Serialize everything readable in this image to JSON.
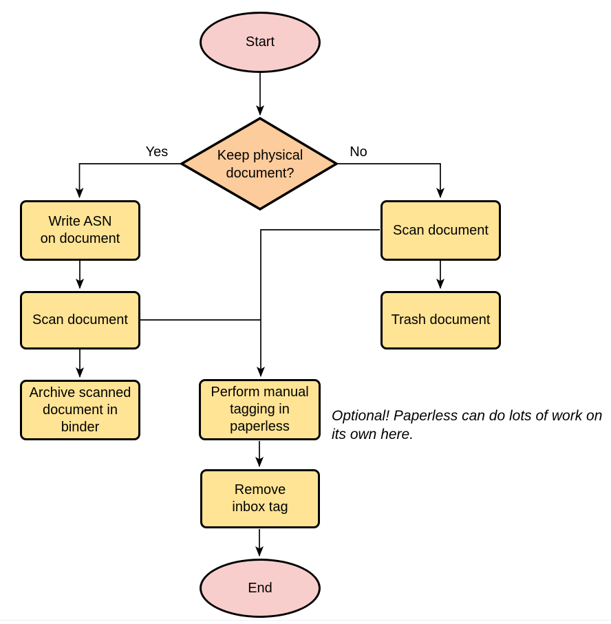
{
  "colors": {
    "terminator_fill": "#F8CECC",
    "decision_fill": "#FCCC9C",
    "process_fill": "#FFE495",
    "stroke": "#000000",
    "page_divider": "#EFEFF2"
  },
  "nodes": {
    "start": "Start",
    "decision": "Keep physical\ndocument?",
    "write_asn": "Write ASN\non document",
    "scan_left": "Scan document",
    "archive": "Archive scanned\ndocument in\nbinder",
    "scan_right": "Scan document",
    "trash": "Trash document",
    "tagging": "Perform manual\ntagging in\npaperless",
    "remove_tag": "Remove\ninbox tag",
    "end": "End"
  },
  "edge_labels": {
    "yes": "Yes",
    "no": "No"
  },
  "annotation": "Optional! Paperless can do lots of work on\nits own here."
}
